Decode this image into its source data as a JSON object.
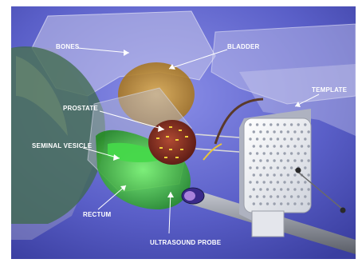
{
  "diagram": {
    "labels": {
      "bones": "BONES",
      "bladder": "BLADDER",
      "template": "TEMPLATE",
      "prostate": "PROSTATE",
      "seminal_vesicle": "SEMINAL VESICLE",
      "rectum": "RECTUM",
      "ultrasound_probe": "ULTRASOUND PROBE"
    },
    "colors": {
      "background": "#5a5fc8",
      "bones": "#b9b9e0",
      "bladder": "#c89a3a",
      "prostate": "#8a3a2a",
      "seminal_vesicle": "#39c83a",
      "rectum": "#3fb83a",
      "template": "#eef0f4",
      "label_text": "#ffffff"
    }
  }
}
